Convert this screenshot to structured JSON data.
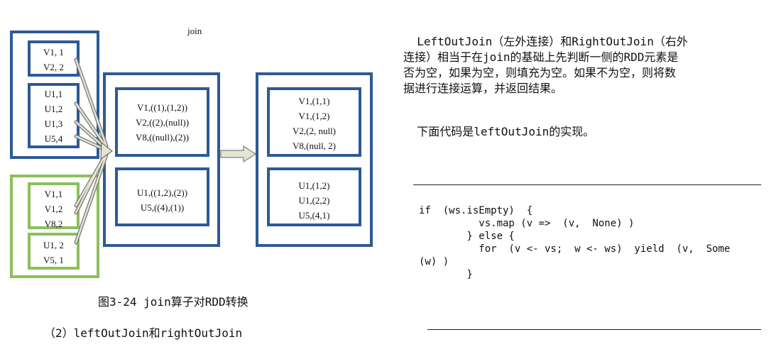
{
  "figure": {
    "title": "join",
    "source_group_1": [
      "V1, 1",
      "V2, 2"
    ],
    "source_group_2": [
      "U1,1",
      "U1,2",
      "U1,3",
      "U5,4"
    ],
    "source_group_3": [
      "V1,1",
      "V1,2",
      "V8,2"
    ],
    "source_group_4": [
      "U1, 2",
      "V5, 1"
    ],
    "middle_top": [
      "V1,((1),(1,2))",
      "V2,((2),(null))",
      "V8,((null),(2))"
    ],
    "middle_bottom": [
      "U1,((1,2),(2))",
      "U5,((4),(1))"
    ],
    "right_top": [
      "V1,(1,1)",
      "V1,(1,2)",
      "V2,(2, null)",
      "V8,(null, 2)"
    ],
    "right_bottom": [
      "U1,(1,2)",
      "U1,(2,2)",
      "U5,(4,1)"
    ],
    "caption": "图3-24  join算子对RDD转换"
  },
  "section_heading": "（2）leftOutJoin和rightOutJoin",
  "paragraph_1": [
    "  LeftOutJoin（左外连接）和RightOutJoin（右外",
    "连接）相当于在join的基础上先判断一侧的RDD元素是",
    "否为空，如果为空，则填充为空。如果不为空，则将数",
    "据进行连接运算，并返回结果。"
  ],
  "paragraph_2": "  下面代码是leftOutJoin的实现。",
  "code_lines": [
    "if  (ws.isEmpty)  {",
    "          vs.map (v =>  (v,  None) )",
    "        } else {",
    "          for  (v <- vs;  w <- ws)  yield  (v,  Some",
    "(w) )",
    "        }"
  ]
}
